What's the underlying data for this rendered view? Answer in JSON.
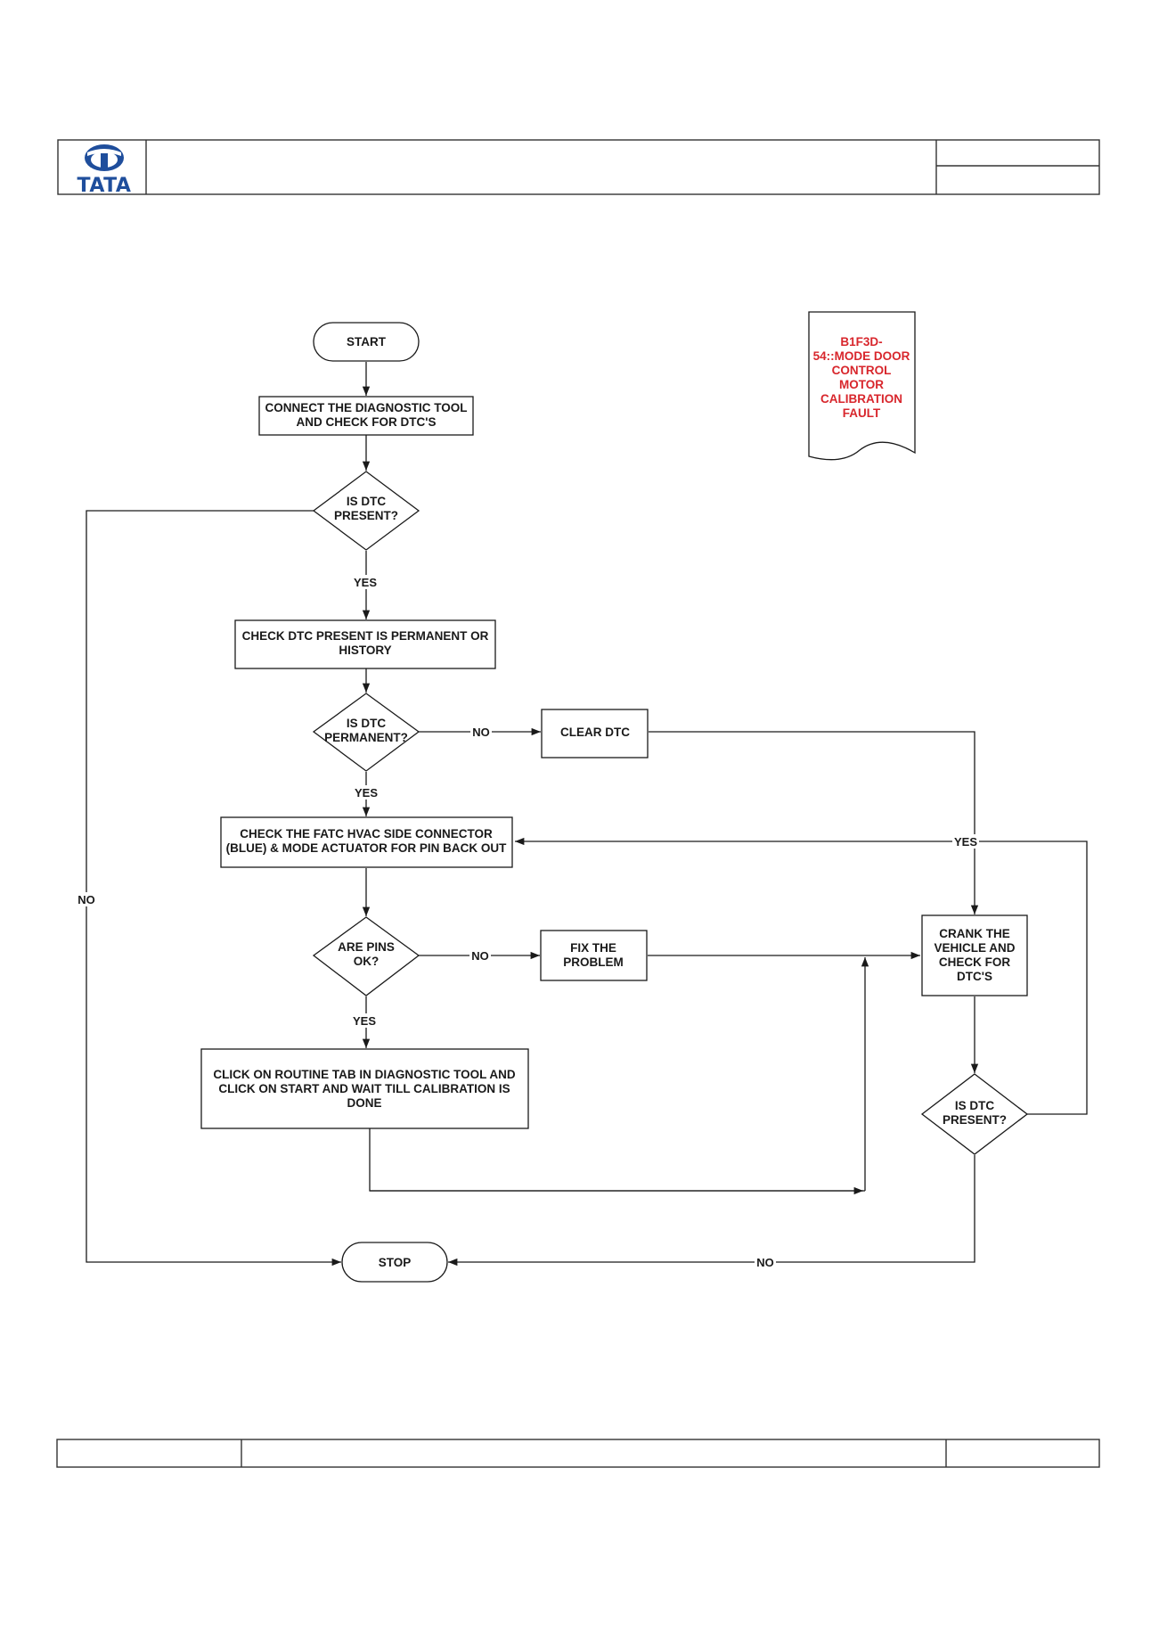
{
  "header": {
    "logo_text": "TATA",
    "brand_color": "#1f4e9c"
  },
  "dtc_note": {
    "lines": [
      "B1F3D-",
      "54::MODE DOOR",
      "CONTROL",
      "MOTOR",
      "CALIBRATION",
      "FAULT"
    ],
    "color": "#d8262c"
  },
  "flow": {
    "start": "START",
    "connect": [
      "CONNECT THE DIAGNOSTIC TOOL",
      "AND CHECK FOR  DTC'S"
    ],
    "dtc_present_1": [
      "IS  DTC",
      "PRESENT?"
    ],
    "check_perm": [
      "CHECK DTC  PRESENT IS PERMANENT OR",
      "HISTORY"
    ],
    "is_perm": [
      "IS  DTC",
      "PERMANENT?"
    ],
    "clear_dtc": "CLEAR DTC",
    "check_fatc": [
      "CHECK THE FATC HVAC SIDE CONNECTOR",
      "(BLUE) & MODE ACTUATOR FOR PIN BACK OUT"
    ],
    "pins_ok": [
      "ARE PINS",
      "OK?"
    ],
    "fix": [
      "FIX THE",
      "PROBLEM"
    ],
    "routine": [
      "CLICK ON ROUTINE TAB IN DIAGNOSTIC TOOL AND",
      "CLICK ON START AND WAIT TILL CALIBRATION IS",
      "DONE"
    ],
    "crank": [
      "CRANK THE",
      "VEHICLE AND",
      "CHECK FOR",
      "DTC'S"
    ],
    "dtc_present_2": [
      "IS  DTC",
      "PRESENT?"
    ],
    "stop": "STOP"
  },
  "labels": {
    "yes": "YES",
    "no": "NO"
  }
}
